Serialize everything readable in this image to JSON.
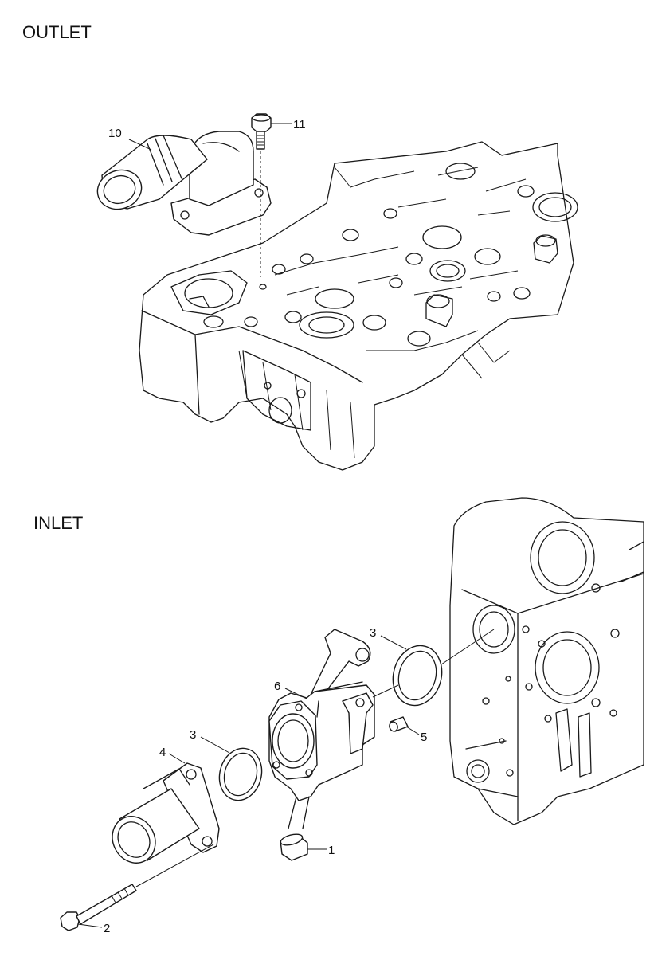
{
  "sections": {
    "outlet": {
      "title": "OUTLET"
    },
    "inlet": {
      "title": "INLET"
    }
  },
  "callouts": {
    "c10": "10",
    "c11": "11",
    "c3a": "3",
    "c6": "6",
    "c3b": "3",
    "c4": "4",
    "c5": "5",
    "c1": "1",
    "c2": "2"
  }
}
